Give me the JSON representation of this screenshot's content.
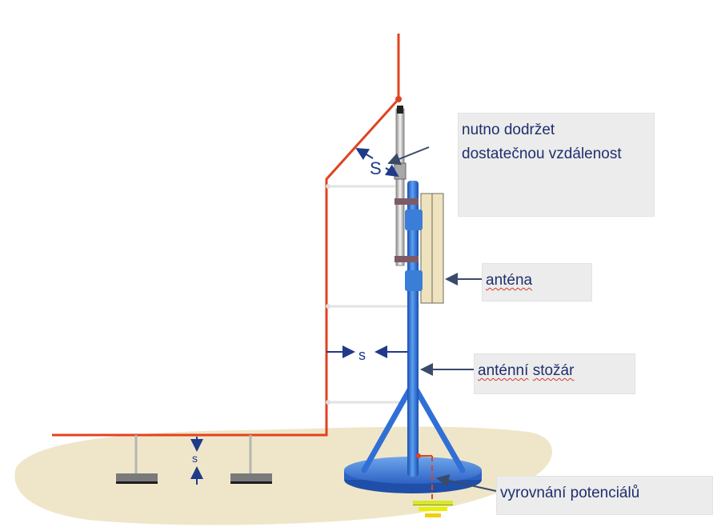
{
  "labels": {
    "clearance_note_line1": "nutno dodržet",
    "clearance_note_line2": "dostatečnou vzdálenost",
    "antenna": "anténa",
    "mast_word1": "anténní",
    "mast_word2": "stožár",
    "equipotential": "vyrovnání potenciálů",
    "distance_top": "S",
    "distance_mid": "s",
    "distance_ground": "s"
  },
  "colors": {
    "lightning_conductor": "#e0431f",
    "mast_blue": "#2f6fd6",
    "label_text": "#1f2f6e",
    "callout_bg": "#ececec",
    "ground_sand": "#efe6c9",
    "antenna_panel": "#efe3bf",
    "earth_symbol": [
      "#d6e82a",
      "#e8f000",
      "#f2cf00"
    ]
  }
}
